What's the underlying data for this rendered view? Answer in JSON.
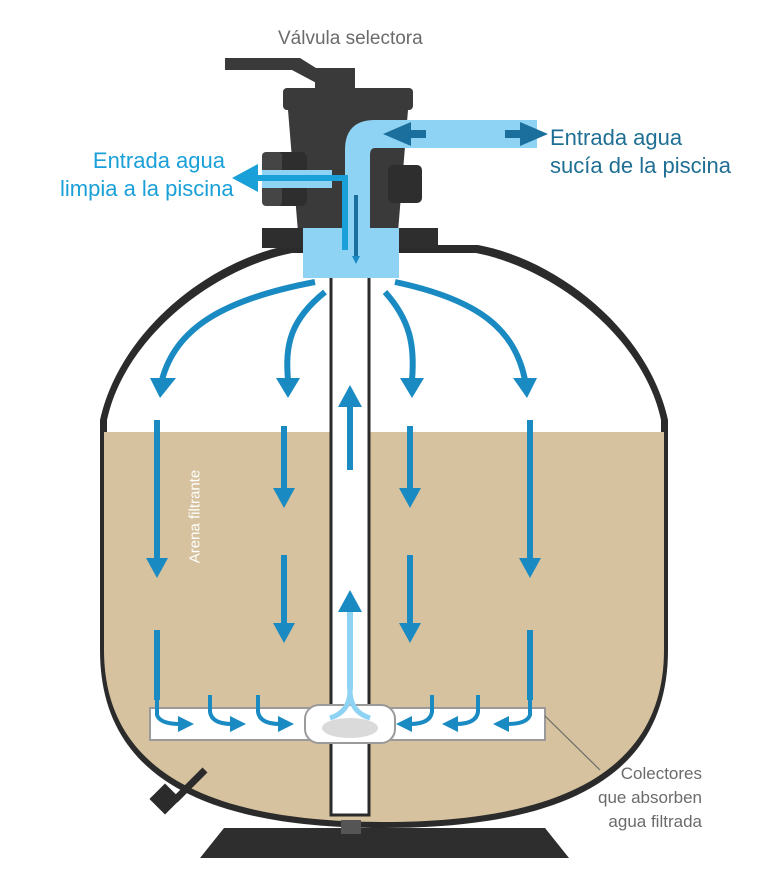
{
  "labels": {
    "selector_valve": "Válvula selectora",
    "dirty_inlet_line1": "Entrada agua",
    "dirty_inlet_line2": "sucía de la piscina",
    "clean_outlet_line1": "Entrada agua",
    "clean_outlet_line2": "limpia a la piscina",
    "filter_sand": "Arena filtrante",
    "collectors_line1": "Colectores",
    "collectors_line2": "que absorben",
    "collectors_line3": "agua filtrada"
  },
  "colors": {
    "tank_outline": "#2b2b2b",
    "valve_body": "#333333",
    "sand": "#d6c29e",
    "flow_dark": "#1a8ac2",
    "flow_light": "#8fd3f4",
    "label_blue_dark": "#1f6f94",
    "label_blue_light": "#1aa0d8",
    "label_gray": "#6b6b6b"
  }
}
